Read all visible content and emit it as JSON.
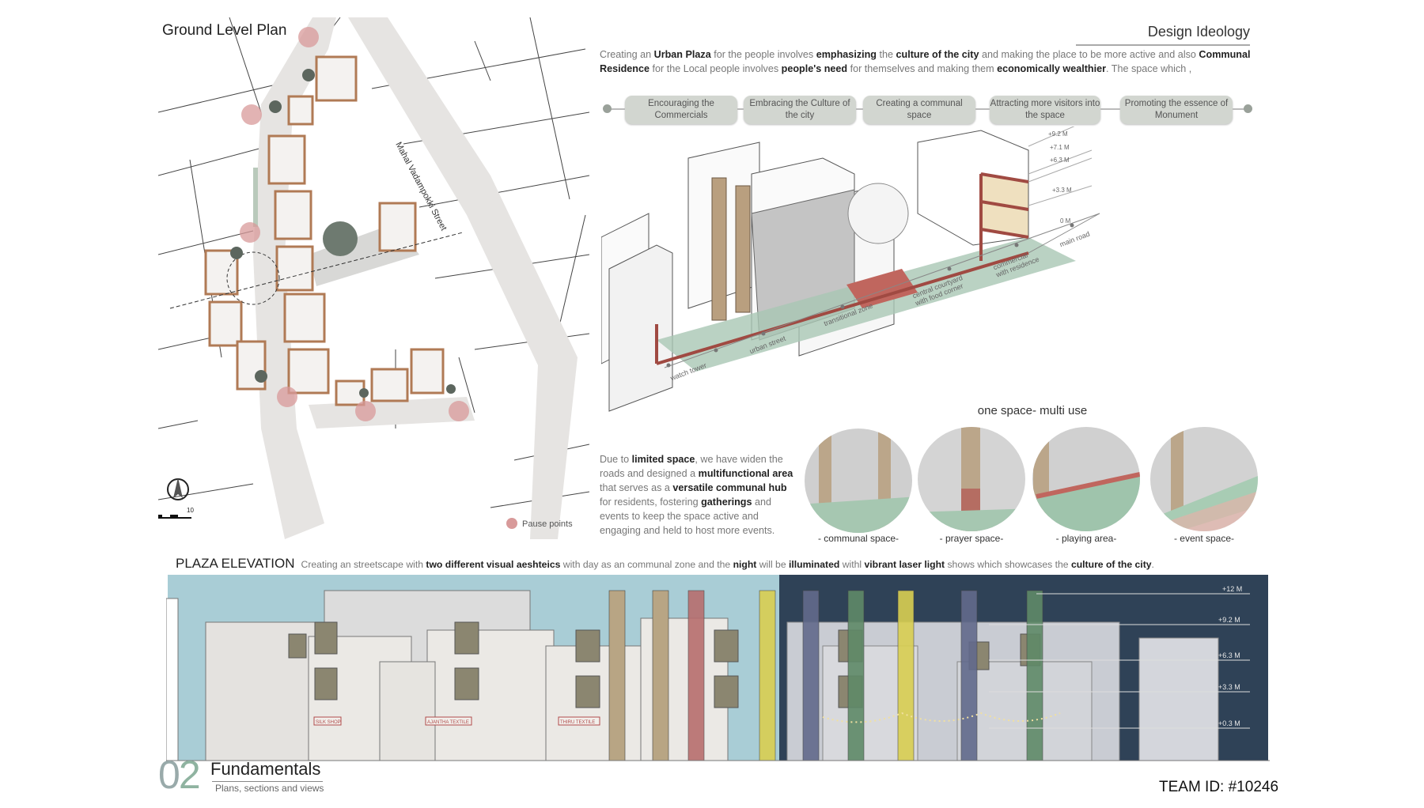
{
  "plan": {
    "title": "Ground Level Plan",
    "street_label": "Mahal Vadampokki Street",
    "scale_start": "0",
    "scale_end": "10",
    "legend_label": "Pause points",
    "pause_color": "#d89a9a",
    "building_outline_color": "#b07a55"
  },
  "ideology": {
    "title": "Design Ideology",
    "intro": [
      {
        "t": "Creating an ",
        "b": false
      },
      {
        "t": "Urban Plaza",
        "b": true
      },
      {
        "t": " for the people involves ",
        "b": false
      },
      {
        "t": "emphasizing",
        "b": true
      },
      {
        "t": " the ",
        "b": false
      },
      {
        "t": "culture of the city",
        "b": true
      },
      {
        "t": " and making the place to be more active and also ",
        "b": false
      },
      {
        "t": "Communal Residence",
        "b": true
      },
      {
        "t": " for  the Local people involves ",
        "b": false
      },
      {
        "t": "people's need",
        "b": true
      },
      {
        "t": " for themselves and making them ",
        "b": false
      },
      {
        "t": "economically wealthier",
        "b": true
      },
      {
        "t": ". The space which ,",
        "b": false
      }
    ],
    "pills": [
      "Encouraging the Commercials",
      "Embracing the Culture of the city",
      "Creating a communal space",
      "Attracting more visitors into the space",
      "Promoting the essence of Monument"
    ]
  },
  "axonometric": {
    "levels": [
      "+9.2 M",
      "+7.1 M",
      "+6.3 M",
      "+3.3 M",
      "0 M"
    ],
    "zones": [
      "watch tower",
      "urban street",
      "transitional zone",
      "central courtyard with food corner",
      "commercial with residence",
      "main road"
    ]
  },
  "multi_use": {
    "title": "one space- multi use",
    "description": [
      {
        "t": "Due to ",
        "b": false
      },
      {
        "t": "limited space",
        "b": true
      },
      {
        "t": ", we have widen the roads and  designed  a ",
        "b": false
      },
      {
        "t": "multifunctional area",
        "b": true
      },
      {
        "t": " that serves as a  ",
        "b": false
      },
      {
        "t": "versatile communal hub",
        "b": true
      },
      {
        "t": " for residents, fostering ",
        "b": false
      },
      {
        "t": "gatherings",
        "b": true
      },
      {
        "t": " and events to keep the space active and engaging and held to host more events.",
        "b": false
      }
    ],
    "views": [
      "- communal space-",
      "- prayer space-",
      "- playing area-",
      "- event space-"
    ]
  },
  "elevation": {
    "title": "PLAZA ELEVATION",
    "caption": [
      {
        "t": "Creating an streetscape with ",
        "b": false
      },
      {
        "t": "two different visual aeshteics",
        "b": true
      },
      {
        "t": " with day as an communal zone and the ",
        "b": false
      },
      {
        "t": "night",
        "b": true
      },
      {
        "t": " will be ",
        "b": false
      },
      {
        "t": "illuminated",
        "b": true
      },
      {
        "t": " withl ",
        "b": false
      },
      {
        "t": "vibrant laser light",
        "b": true
      },
      {
        "t": " shows which showcases the ",
        "b": false
      },
      {
        "t": "culture of the city",
        "b": true
      },
      {
        "t": ".",
        "b": false
      }
    ],
    "levels": [
      "+12 M",
      "+9.2 M",
      "+6.3 M",
      "+3.3 M",
      "+0.3 M"
    ],
    "shop_signs": [
      "SILK SHOP",
      "AJANTHA TEXTILE",
      "THIRU TEXTILE"
    ],
    "day_sky_color": "#a9cdd6",
    "night_sky_color": "#2f4257",
    "pillar_colors": [
      "#b8a584",
      "#b8a584",
      "#b76e6e",
      "#d9cf52",
      "#626a8c",
      "#5f8a68",
      "#d9cf52",
      "#626a8c",
      "#5f8a68"
    ]
  },
  "footer": {
    "number_first": "0",
    "number_second": "2",
    "section_title": "Fundamentals",
    "section_subtitle": "Plans, sections and views",
    "team_id": "TEAM ID: #10246"
  }
}
